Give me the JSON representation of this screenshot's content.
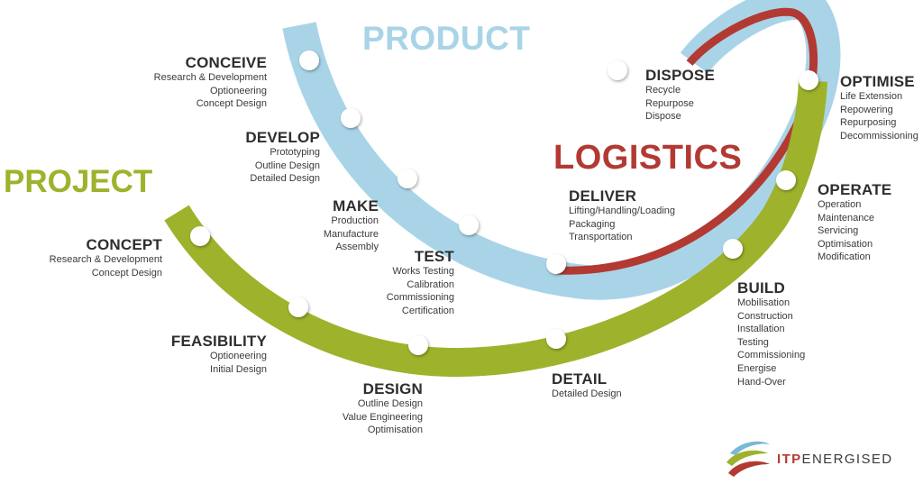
{
  "titles": {
    "product": "PRODUCT",
    "project": "PROJECT",
    "logistics": "LOGISTICS"
  },
  "colors": {
    "product": "#a9d4e8",
    "project": "#9fb22b",
    "logistics": "#b23a33"
  },
  "stages": {
    "conceive": {
      "heading": "CONCEIVE",
      "items": [
        "Research & Development",
        "Optioneering",
        "Concept Design"
      ]
    },
    "develop": {
      "heading": "DEVELOP",
      "items": [
        "Prototyping",
        "Outline Design",
        "Detailed Design"
      ]
    },
    "make": {
      "heading": "MAKE",
      "items": [
        "Production",
        "Manufacture",
        "Assembly"
      ]
    },
    "test": {
      "heading": "TEST",
      "items": [
        "Works Testing",
        "Calibration",
        "Commissioning",
        "Certification"
      ]
    },
    "deliver": {
      "heading": "DELIVER",
      "items": [
        "Lifting/Handling/Loading",
        "Packaging",
        "Transportation"
      ]
    },
    "dispose": {
      "heading": "DISPOSE",
      "items": [
        "Recycle",
        "Repurpose",
        "Dispose"
      ]
    },
    "optimise": {
      "heading": "OPTIMISE",
      "items": [
        "Life Extension",
        "Repowering",
        "Repurposing",
        "Decommissioning"
      ]
    },
    "operate": {
      "heading": "OPERATE",
      "items": [
        "Operation",
        "Maintenance",
        "Servicing",
        "Optimisation",
        "Modification"
      ]
    },
    "build": {
      "heading": "BUILD",
      "items": [
        "Mobilisation",
        "Construction",
        "Installation",
        "Testing",
        "Commissioning",
        "Energise",
        "Hand-Over"
      ]
    },
    "concept": {
      "heading": "CONCEPT",
      "items": [
        "Research & Development",
        "Concept Design"
      ]
    },
    "feasibility": {
      "heading": "FEASIBILITY",
      "items": [
        "Optioneering",
        "Initial Design"
      ]
    },
    "design": {
      "heading": "DESIGN",
      "items": [
        "Outline Design",
        "Value Engineering",
        "Optimisation"
      ]
    },
    "detail": {
      "heading": "DETAIL",
      "items": [
        "Detailed Design"
      ]
    }
  },
  "brand": {
    "prefix": "ITP",
    "name": "ENERGISED",
    "icon": "swoosh-logo-icon"
  }
}
